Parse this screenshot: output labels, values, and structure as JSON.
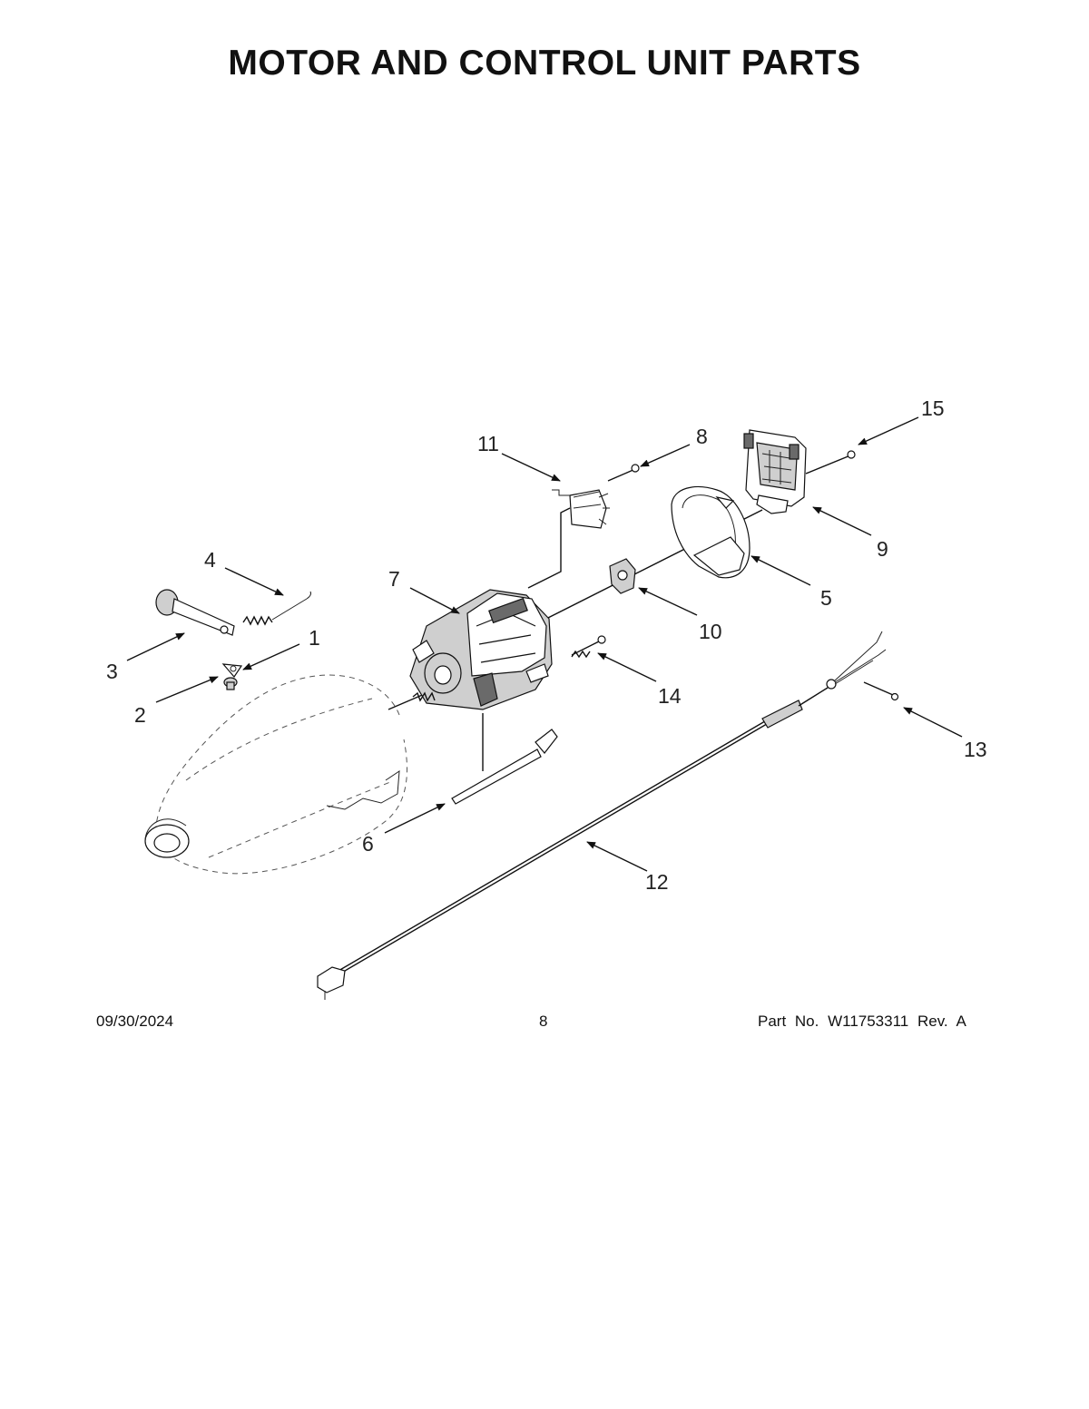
{
  "title": "MOTOR AND CONTROL UNIT PARTS",
  "callouts": {
    "c1": "1",
    "c2": "2",
    "c3": "3",
    "c4": "4",
    "c5": "5",
    "c6": "6",
    "c7": "7",
    "c8": "8",
    "c9": "9",
    "c10": "10",
    "c11": "11",
    "c12": "12",
    "c13": "13",
    "c14": "14",
    "c15": "15"
  },
  "footer": {
    "date": "09/30/2024",
    "page": "8",
    "part_number": "Part No.  W11753311  Rev.  A"
  }
}
